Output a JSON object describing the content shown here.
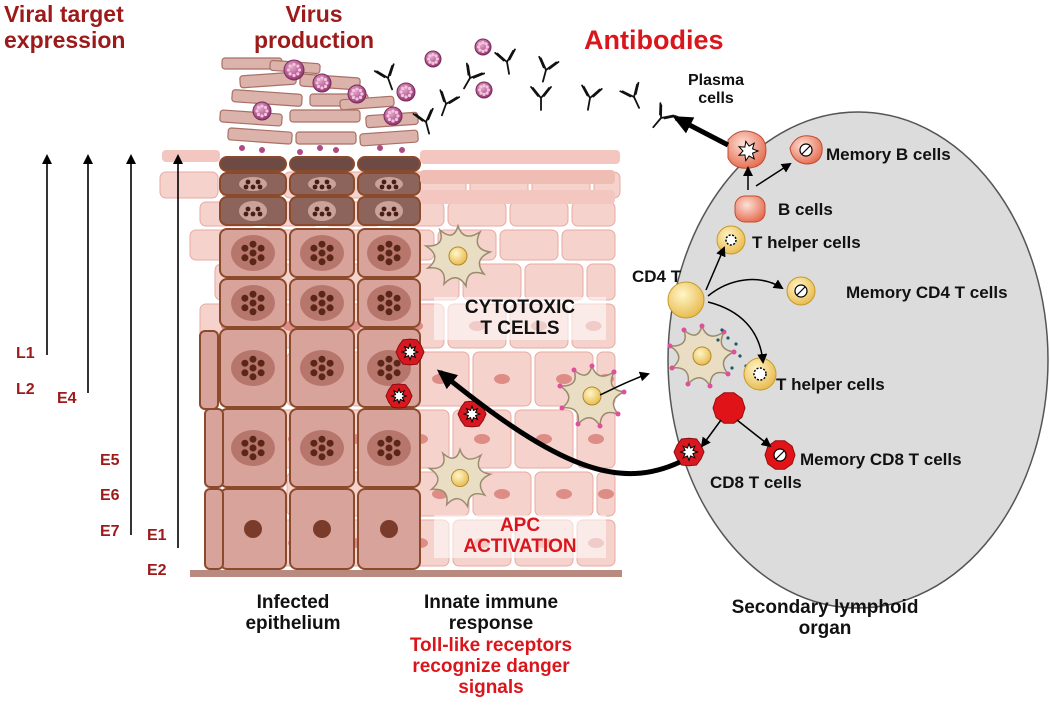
{
  "headers": {
    "viral_target_line1": "Viral target",
    "viral_target_line2": "expression",
    "virus_production_line1": "Virus",
    "virus_production_line2": "production",
    "antibodies": "Antibodies"
  },
  "gene_labels": {
    "L1": "L1",
    "L2": "L2",
    "E4": "E4",
    "E5": "E5",
    "E6": "E6",
    "E7": "E7",
    "E1": "E1",
    "E2": "E2"
  },
  "tissue_labels": {
    "cytotoxic_line1": "CYTOTOXIC",
    "cytotoxic_line2": "T CELLS",
    "apc_line1": "APC",
    "apc_line2": "ACTIVATION"
  },
  "lymphoid_labels": {
    "plasma_line1": "Plasma",
    "plasma_line2": "cells",
    "memory_b": "Memory B cells",
    "b_cells": "B cells",
    "t_helper_top": "T helper cells",
    "cd4t": "CD4 T",
    "memory_cd4": "Memory CD4 T cells",
    "t_helper_bottom": "T helper cells",
    "memory_cd8": "Memory CD8 T cells",
    "cd8": "CD8 T cells"
  },
  "captions": {
    "infected_line1": "Infected",
    "infected_line2": "epithelium",
    "innate_line1": "Innate immune",
    "innate_line2": "response",
    "tlr_line1": "Toll-like receptors",
    "tlr_line2": "recognize danger",
    "tlr_line3": "signals",
    "secondary_line1": "Secondary lymphoid",
    "secondary_line2": "organ"
  },
  "colors": {
    "red_text": "#d9161c",
    "dark_red_text": "#9c1a1a",
    "cell_fill": "#d7a39b",
    "cell_border": "#8b4a2b",
    "virion": "#b04a86",
    "organ_fill": "#dcdcdc"
  }
}
